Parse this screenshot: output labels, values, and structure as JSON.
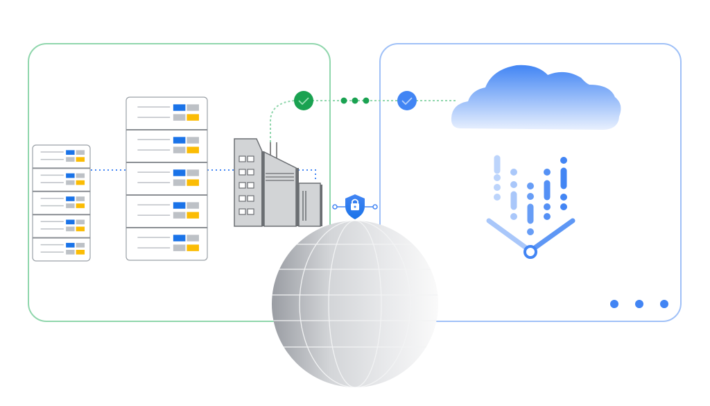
{
  "diagram": {
    "title": "",
    "regions": [
      {
        "id": "on-premises",
        "label": "",
        "border_color": "#8fd6ac"
      },
      {
        "id": "cloud",
        "label": "",
        "border_color": "#9fc0f7"
      }
    ],
    "nodes": {
      "small_server_rack": {
        "units": 5,
        "icon": "server-rack-icon"
      },
      "large_server_rack": {
        "units": 5,
        "icon": "server-rack-icon"
      },
      "building": {
        "icon": "office-building-icon"
      },
      "secure_check": {
        "icon": "check-circle-icon",
        "color": "#1aa251"
      },
      "cloud_check": {
        "icon": "check-circle-icon",
        "color": "#4285f4"
      },
      "connection_dots": {
        "count": 3,
        "color": "#1aa251"
      },
      "cloud": {
        "icon": "cloud-icon",
        "color_top": "#4285f4",
        "color_bottom": "#e8f0fe"
      },
      "data_funnel": {
        "icon": "data-ingest-funnel-icon",
        "color": "#4285f4"
      },
      "security_shield": {
        "icon": "shield-lock-icon",
        "color": "#4285f4"
      },
      "globe": {
        "icon": "globe-icon",
        "color": "#d4d6d9"
      },
      "more_dots": {
        "count": 3,
        "icon": "more-horizontal-icon",
        "color": "#4285f4"
      }
    },
    "colors": {
      "rack_blue": "#1a73e8",
      "rack_gray": "#bdc1c6",
      "rack_yellow": "#fbbc04",
      "rack_border": "#9aa0a6",
      "connector_blue": "#4285f4",
      "connector_green": "#8fd6ac",
      "building_fill": "#d2d4d6",
      "building_dark": "#6b6e72"
    }
  }
}
